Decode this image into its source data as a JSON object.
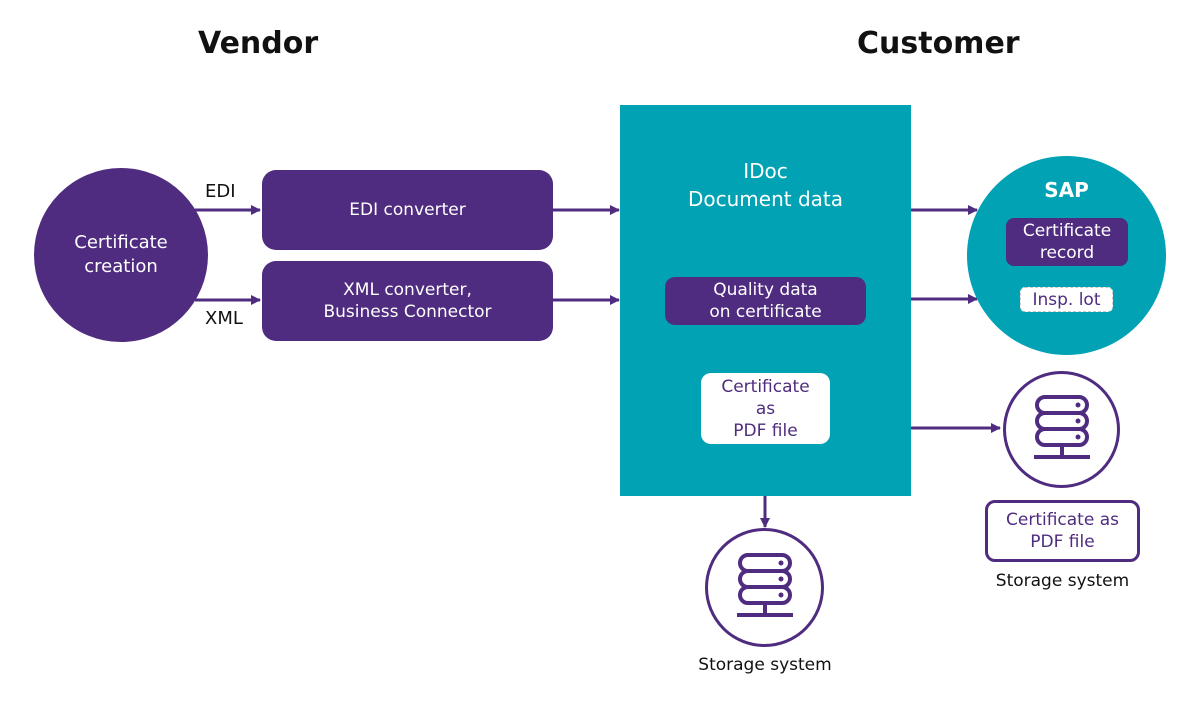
{
  "headings": {
    "vendor": "Vendor",
    "customer": "Customer"
  },
  "vendor": {
    "source": "Certificate\ncreation",
    "edge_edi": "EDI",
    "edge_xml": "XML",
    "edi_converter": "EDI converter",
    "xml_converter_line1": "XML converter,",
    "xml_converter_line2": "Business Connector"
  },
  "idoc": {
    "title_line1": "IDoc",
    "title_line2": "Document data",
    "quality_line1": "Quality data",
    "quality_line2": "on certificate",
    "pdf_line1": "Certificate",
    "pdf_line2": "as",
    "pdf_line3": "PDF file"
  },
  "sap": {
    "title": "SAP",
    "record_line1": "Certificate",
    "record_line2": "record",
    "insp_lot": "Insp. lot"
  },
  "storage_right": {
    "pdf_line1": "Certificate as",
    "pdf_line2": "PDF file",
    "label": "Storage system"
  },
  "storage_bottom": {
    "label": "Storage system"
  },
  "colors": {
    "purple": "#4f2c7f",
    "teal": "#00a2b4"
  }
}
